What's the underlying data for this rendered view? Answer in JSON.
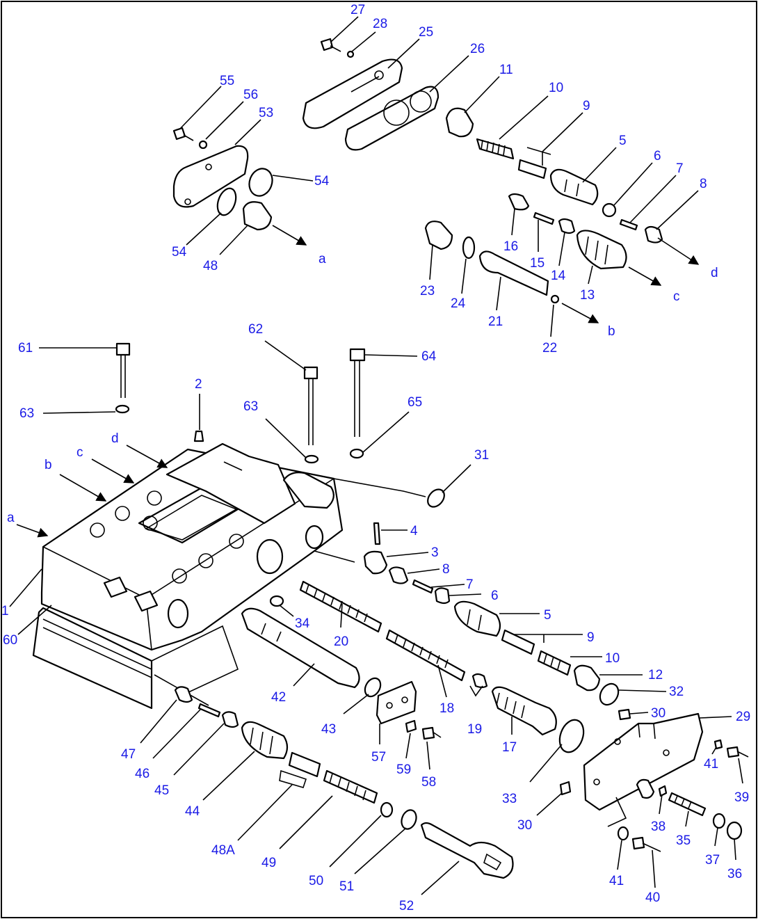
{
  "callouts": [
    "27",
    "28",
    "25",
    "26",
    "11",
    "10",
    "9",
    "5",
    "6",
    "7",
    "8",
    "55",
    "56",
    "53",
    "54",
    "54",
    "48",
    "16",
    "15",
    "14",
    "13",
    "23",
    "24",
    "21",
    "22",
    "61",
    "62",
    "64",
    "63",
    "63",
    "2",
    "65",
    "31",
    "4",
    "3",
    "8",
    "7",
    "6",
    "5",
    "9",
    "10",
    "12",
    "32",
    "30",
    "29",
    "34",
    "20",
    "42",
    "43",
    "18",
    "19",
    "17",
    "57",
    "59",
    "58",
    "33",
    "47",
    "46",
    "45",
    "44",
    "48A",
    "49",
    "50",
    "51",
    "52",
    "41",
    "39",
    "38",
    "35",
    "37",
    "36",
    "30",
    "41",
    "40",
    "1",
    "60"
  ],
  "letters": [
    "a",
    "b",
    "c",
    "d",
    "a",
    "b",
    "c",
    "d"
  ],
  "colors": {
    "callout": "#1a1ae6",
    "line": "#000000"
  }
}
